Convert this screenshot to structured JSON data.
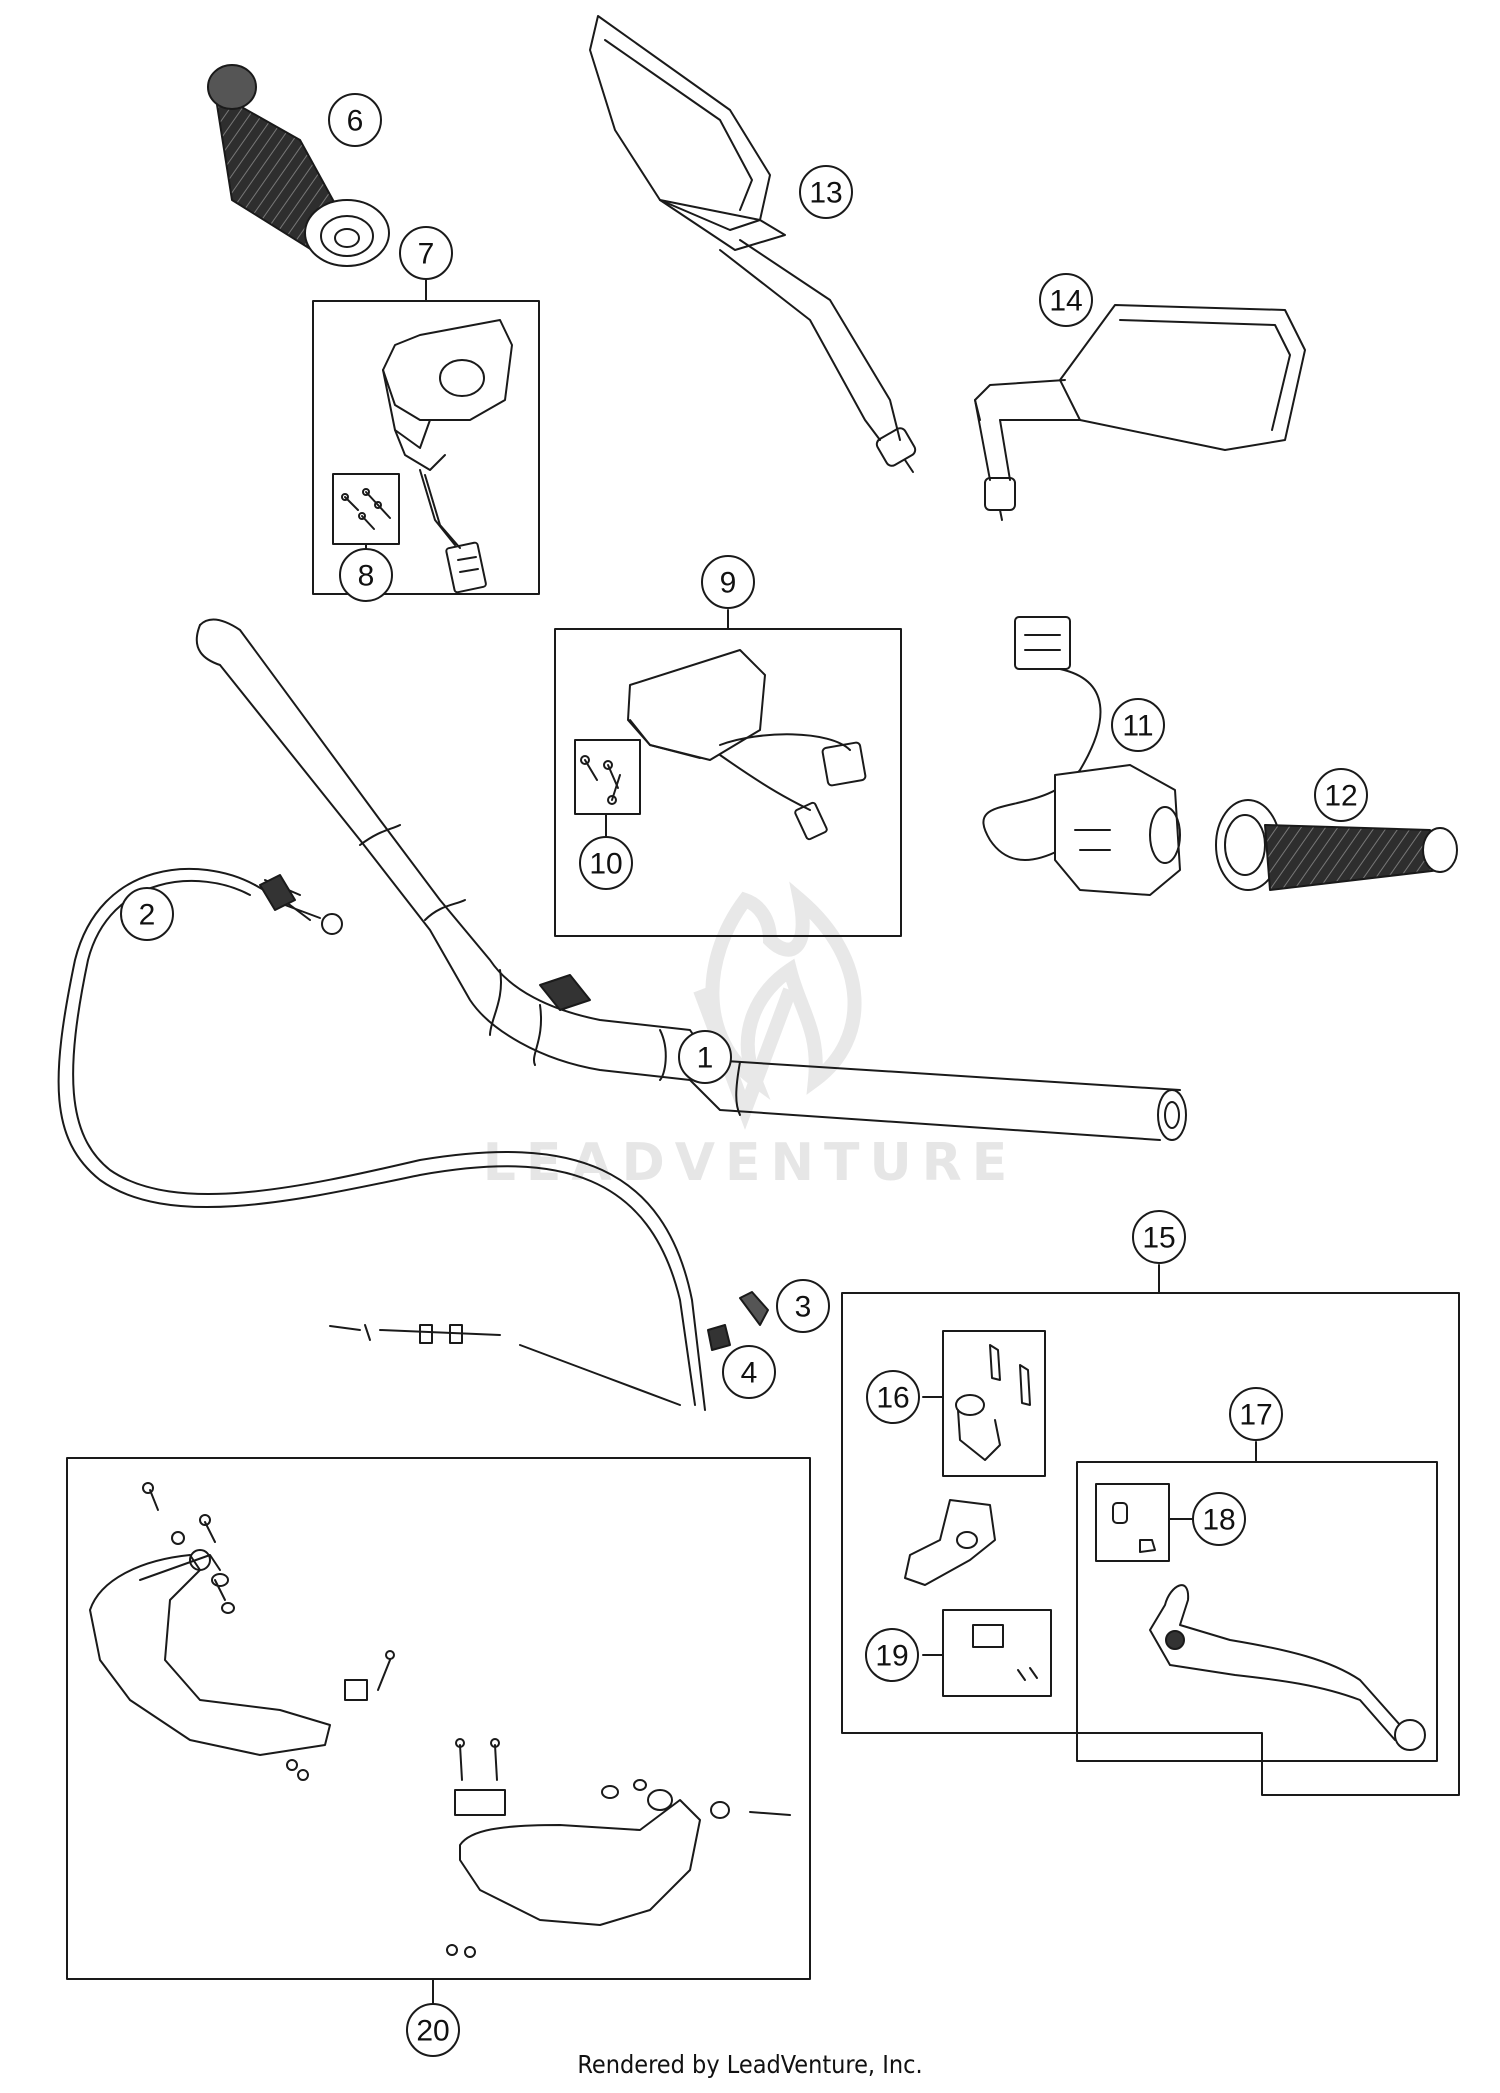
{
  "watermark": {
    "text": "LEADVENTURE"
  },
  "footer": {
    "text": "Rendered by LeadVenture, Inc."
  },
  "callouts": [
    {
      "id": "1",
      "label": "1"
    },
    {
      "id": "2",
      "label": "2"
    },
    {
      "id": "3",
      "label": "3"
    },
    {
      "id": "4",
      "label": "4"
    },
    {
      "id": "6",
      "label": "6"
    },
    {
      "id": "7",
      "label": "7"
    },
    {
      "id": "8",
      "label": "8"
    },
    {
      "id": "9",
      "label": "9"
    },
    {
      "id": "10",
      "label": "10"
    },
    {
      "id": "11",
      "label": "11"
    },
    {
      "id": "12",
      "label": "12"
    },
    {
      "id": "13",
      "label": "13"
    },
    {
      "id": "14",
      "label": "14"
    },
    {
      "id": "15",
      "label": "15"
    },
    {
      "id": "16",
      "label": "16"
    },
    {
      "id": "17",
      "label": "17"
    },
    {
      "id": "18",
      "label": "18"
    },
    {
      "id": "19",
      "label": "19"
    },
    {
      "id": "20",
      "label": "20"
    }
  ],
  "colors": {
    "line": "#1a1a1a",
    "grip_fill": "#3a3a3a",
    "watermark": "#e6e6e6"
  }
}
